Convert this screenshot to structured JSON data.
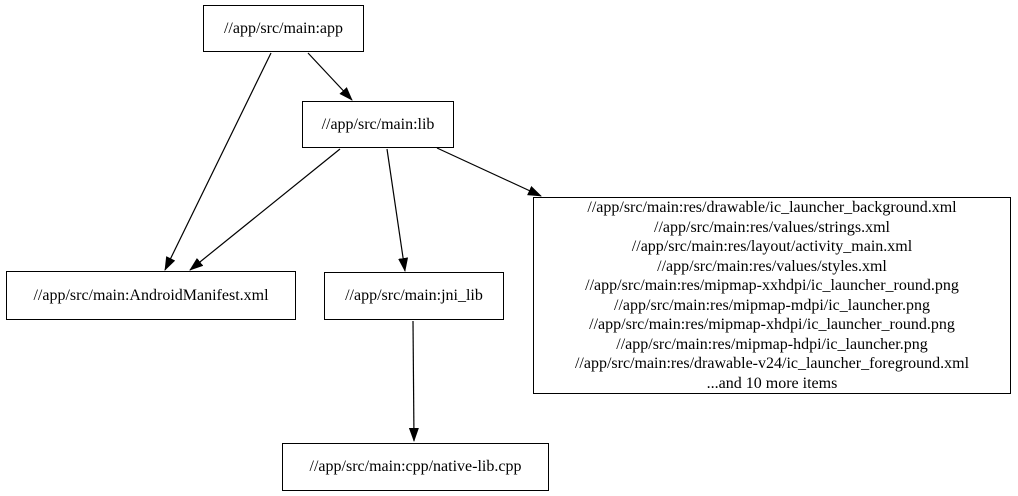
{
  "graph": {
    "type": "dependency-graph",
    "colors": {
      "background": "#ffffff",
      "node_fill": "#ffffff",
      "node_border": "#000000",
      "edge": "#000000",
      "text": "#000000"
    },
    "nodes": {
      "app": {
        "label": "//app/src/main:app"
      },
      "lib": {
        "label": "//app/src/main:lib"
      },
      "manifest": {
        "label": "//app/src/main:AndroidManifest.xml"
      },
      "jni_lib": {
        "label": "//app/src/main:jni_lib"
      },
      "native_lib": {
        "label": "//app/src/main:cpp/native-lib.cpp"
      },
      "resources": {
        "lines": [
          "//app/src/main:res/drawable/ic_launcher_background.xml",
          "//app/src/main:res/values/strings.xml",
          "//app/src/main:res/layout/activity_main.xml",
          "//app/src/main:res/values/styles.xml",
          "//app/src/main:res/mipmap-xxhdpi/ic_launcher_round.png",
          "//app/src/main:res/mipmap-mdpi/ic_launcher.png",
          "//app/src/main:res/mipmap-xhdpi/ic_launcher_round.png",
          "//app/src/main:res/mipmap-hdpi/ic_launcher.png",
          "//app/src/main:res/drawable-v24/ic_launcher_foreground.xml",
          "...and 10 more items"
        ]
      }
    },
    "edges": [
      {
        "from": "//app/src/main:app",
        "to": "//app/src/main:AndroidManifest.xml"
      },
      {
        "from": "//app/src/main:app",
        "to": "//app/src/main:lib"
      },
      {
        "from": "//app/src/main:lib",
        "to": "//app/src/main:AndroidManifest.xml"
      },
      {
        "from": "//app/src/main:lib",
        "to": "//app/src/main:jni_lib"
      },
      {
        "from": "//app/src/main:lib",
        "to": "resources-group"
      },
      {
        "from": "//app/src/main:jni_lib",
        "to": "//app/src/main:cpp/native-lib.cpp"
      }
    ]
  }
}
